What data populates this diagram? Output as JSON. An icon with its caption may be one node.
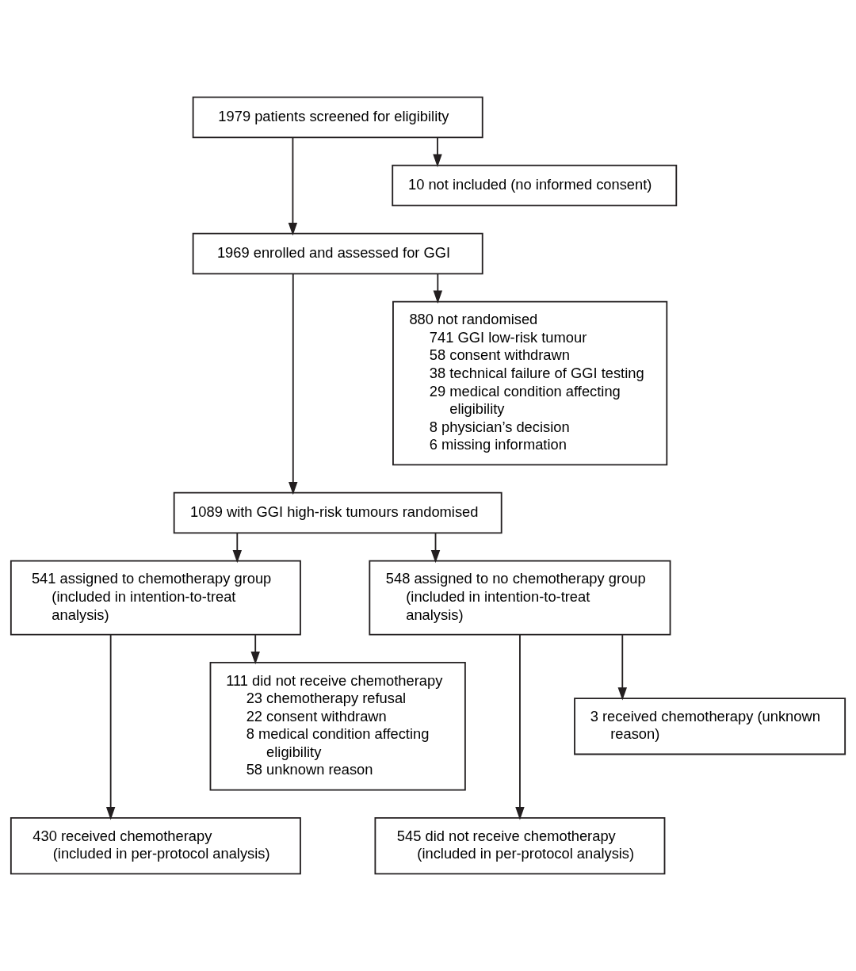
{
  "diagram": {
    "nodes": [
      {
        "text": [
          "1979 patients screened for eligibility"
        ]
      },
      {
        "text": [
          "10 not included (no informed consent)"
        ]
      },
      {
        "text": [
          "1969 enrolled and assessed for GGI"
        ]
      },
      {
        "text": [
          "880 not randomised",
          "741 GGI low-risk tumour",
          "58 consent withdrawn",
          "38 technical failure of GGI testing",
          "29 medical condition affecting eligibility",
          "8 physician’s decision",
          "6 missing information"
        ]
      },
      {
        "text": [
          "1089 with GGI high-risk tumours randomised"
        ]
      },
      {
        "text": [
          "541 assigned to chemotherapy group (included in intention-to-treat analysis)"
        ]
      },
      {
        "text": [
          "548 assigned to no chemotherapy group (included in intention-to-treat analysis)"
        ]
      },
      {
        "text": [
          "111 did not receive chemotherapy",
          "23 chemotherapy refusal",
          "22 consent withdrawn",
          "8 medical condition affecting eligibility",
          "58 unknown reason"
        ]
      },
      {
        "text": [
          "3 received chemotherapy (unknown reason)"
        ]
      },
      {
        "text": [
          "430 received chemotherapy (included in per-protocol analysis)"
        ]
      },
      {
        "text": [
          "545 did not receive chemotherapy (included in per-protocol analysis)"
        ]
      }
    ],
    "edges": [
      {
        "from": 0,
        "to": 2,
        "arrow": "to"
      },
      {
        "from": 0,
        "to": 1,
        "arrow": "to"
      },
      {
        "from": 2,
        "to": 4,
        "arrow": "to"
      },
      {
        "from": 2,
        "to": 3,
        "arrow": "to"
      },
      {
        "from": 4,
        "to": 5,
        "arrow": "to"
      },
      {
        "from": 4,
        "to": 6,
        "arrow": "to"
      },
      {
        "from": 5,
        "to": 9,
        "arrow": "to"
      },
      {
        "from": 5,
        "to": 7,
        "arrow": "to"
      },
      {
        "from": 6,
        "to": 10,
        "arrow": "to"
      },
      {
        "from": 6,
        "to": 8,
        "arrow": "to"
      }
    ]
  }
}
